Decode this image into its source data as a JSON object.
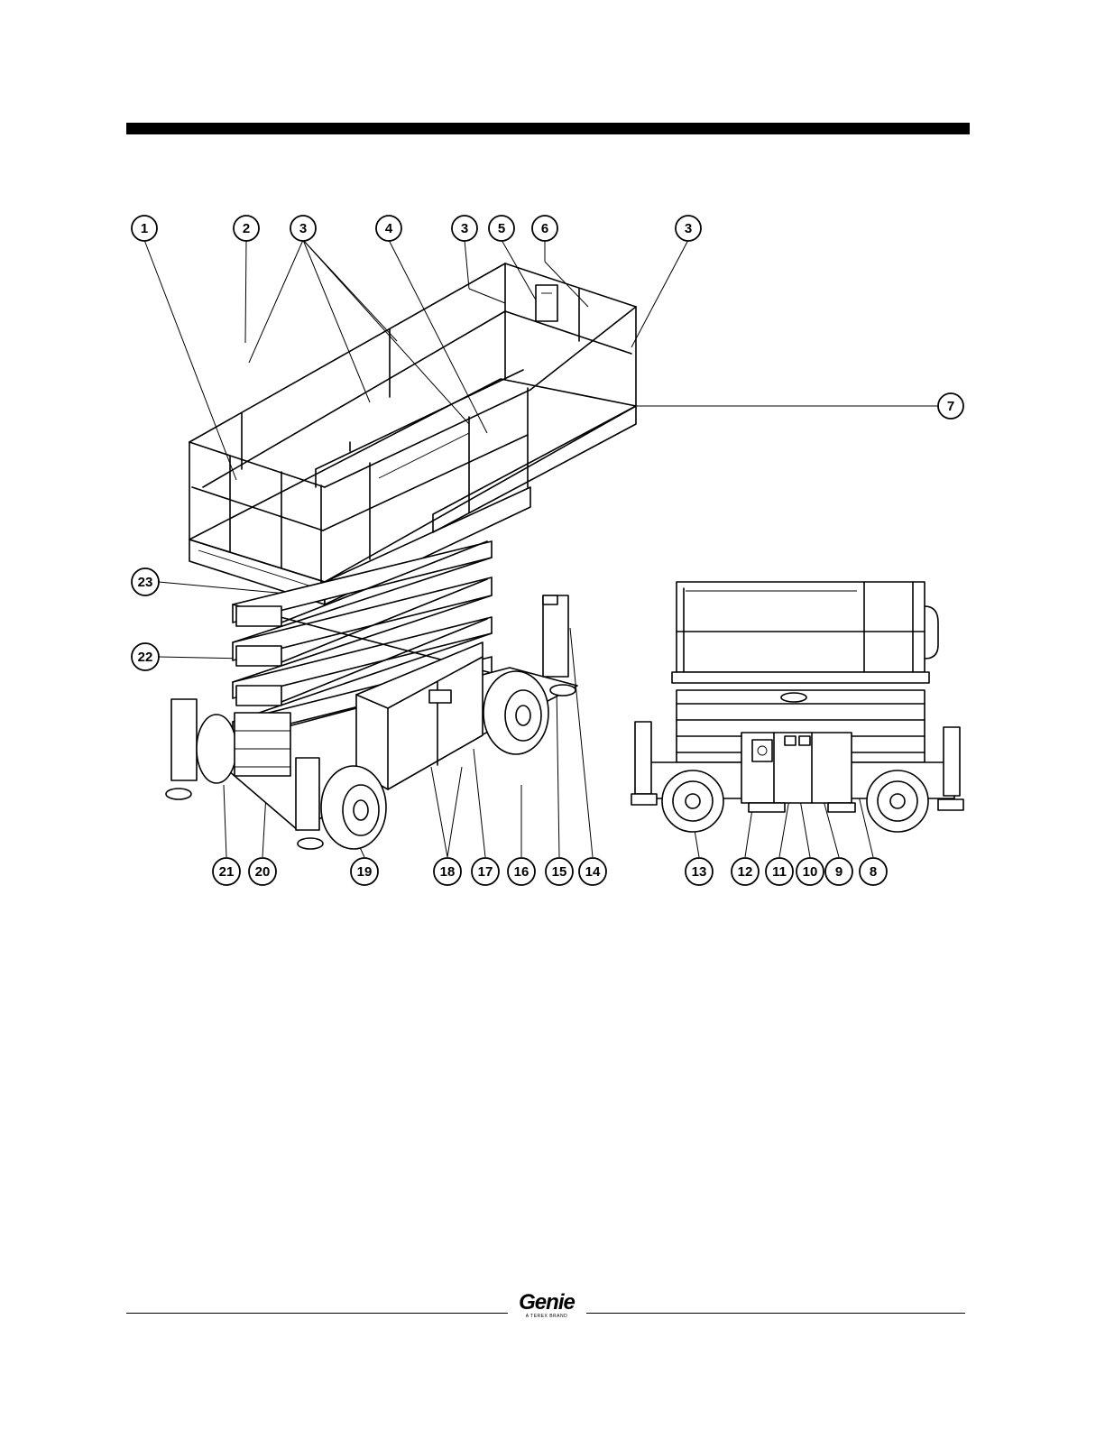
{
  "callouts_top": [
    {
      "label": "1"
    },
    {
      "label": "2"
    },
    {
      "label": "3"
    },
    {
      "label": "4"
    },
    {
      "label": "3"
    },
    {
      "label": "5"
    },
    {
      "label": "6"
    },
    {
      "label": "3"
    }
  ],
  "callouts_side": [
    {
      "label": "7"
    },
    {
      "label": "23"
    },
    {
      "label": "22"
    }
  ],
  "callouts_bottom": [
    {
      "label": "21"
    },
    {
      "label": "20"
    },
    {
      "label": "19"
    },
    {
      "label": "18"
    },
    {
      "label": "17"
    },
    {
      "label": "16"
    },
    {
      "label": "15"
    },
    {
      "label": "14"
    },
    {
      "label": "13"
    },
    {
      "label": "12"
    },
    {
      "label": "11"
    },
    {
      "label": "10"
    },
    {
      "label": "9"
    },
    {
      "label": "8"
    }
  ],
  "footer": {
    "logo_word": "Genie",
    "logo_sub": "A TEREX BRAND"
  }
}
